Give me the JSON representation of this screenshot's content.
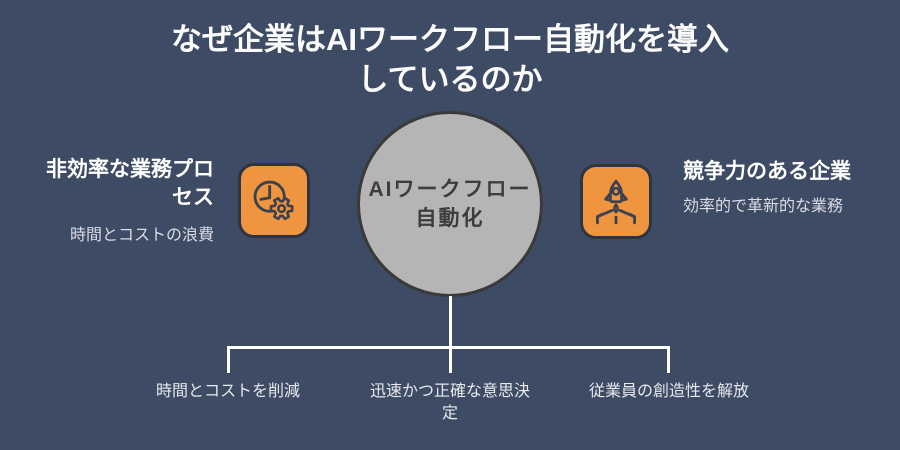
{
  "colors": {
    "background": "#3e4b64",
    "accent_orange": "#f0953f",
    "tile_border": "#2f3440",
    "icon_stroke": "#3a4150",
    "hub_fill": "#b5b5b5",
    "hub_border": "#3a3a3a",
    "hub_text": "#3d3d3d",
    "connector": "#ffffff",
    "heading_text": "#ffffff",
    "subtext_text": "#d9dde3"
  },
  "title": {
    "line1": "なぜ企業はAIワークフロー自動化を導入",
    "line2": "しているのか"
  },
  "hub": {
    "label_line1": "AIワークフロー",
    "label_line2": "自動化"
  },
  "left": {
    "icon": "clock-gear-icon",
    "heading": "非効率な業務プロセス",
    "subtext": "時間とコストの浪費"
  },
  "right": {
    "icon": "rocket-launch-icon",
    "heading": "競争力のある企業",
    "subtext": "効率的で革新的な業務"
  },
  "benefits": [
    "時間とコストを削減",
    "迅速かつ正確な意思決定",
    "従業員の創造性を解放"
  ]
}
